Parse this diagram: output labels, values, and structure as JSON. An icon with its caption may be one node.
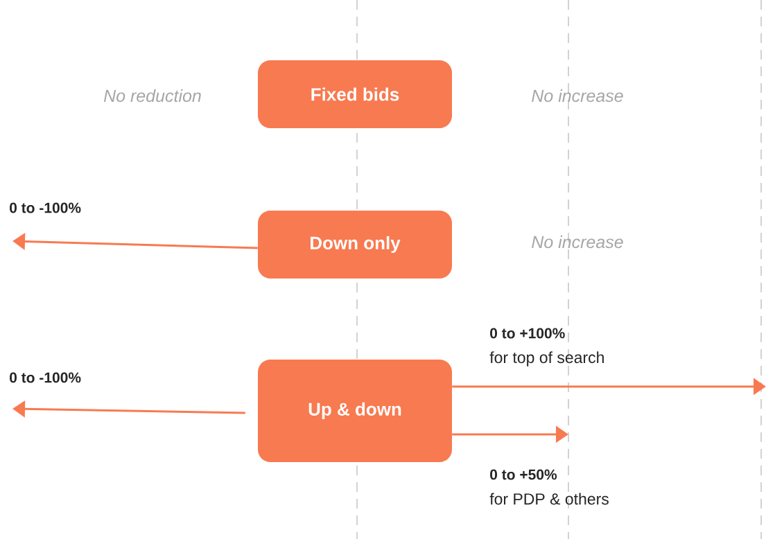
{
  "diagram": {
    "nodes": [
      {
        "text": [
          "Fixed bids"
        ]
      },
      {
        "text": [
          "Down only"
        ]
      },
      {
        "text": [
          "Up & down"
        ]
      }
    ],
    "edges": [
      {
        "from": 1,
        "to": null,
        "arrow": "to",
        "label": "0 to -100%"
      },
      {
        "from": 2,
        "to": null,
        "arrow": "to",
        "label": "0 to -100%"
      },
      {
        "from": 2,
        "to": null,
        "arrow": "to",
        "label": "0 to +100%"
      },
      {
        "from": 2,
        "to": null,
        "arrow": "to",
        "label": "0 to +50%"
      }
    ],
    "labels": [
      "No reduction",
      "No increase",
      "No increase",
      "for top of search",
      "for PDP & others"
    ]
  }
}
